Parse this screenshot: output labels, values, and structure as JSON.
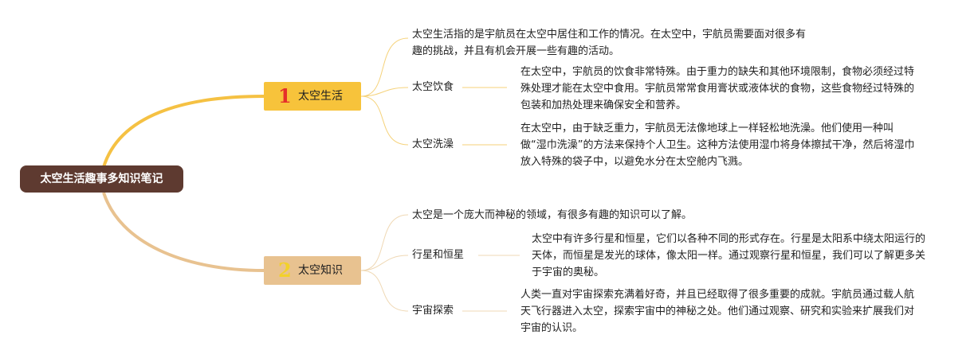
{
  "root": {
    "title": "太空生活趣事多知识笔记"
  },
  "branches": [
    {
      "num": "1",
      "label": "太空生活",
      "intro": "太空生活指的是宇航员在太空中居住和工作的情况。在太空中，宇航员需要面对很多有趣的挑战，并且有机会开展一些有趣的活动。",
      "topics": [
        {
          "label": "太空饮食",
          "text": "在太空中，宇航员的饮食非常特殊。由于重力的缺失和其他环境限制，食物必须经过特殊处理才能在太空中食用。宇航员常常食用膏状或液体状的食物，这些食物经过特殊的包装和加热处理来确保安全和营养。"
        },
        {
          "label": "太空洗澡",
          "text": "在太空中，由于缺乏重力，宇航员无法像地球上一样轻松地洗澡。他们使用一种叫做“湿巾洗澡”的方法来保持个人卫生。这种方法使用湿巾将身体擦拭干净，然后将湿巾放入特殊的袋子中，以避免水分在太空舱内飞溅。"
        }
      ]
    },
    {
      "num": "2",
      "label": "太空知识",
      "intro": "太空是一个庞大而神秘的领域，有很多有趣的知识可以了解。",
      "topics": [
        {
          "label": "行星和恒星",
          "text": "太空中有许多行星和恒星，它们以各种不同的形式存在。行星是太阳系中绕太阳运行的天体，而恒星是发光的球体，像太阳一样。通过观察行星和恒星，我们可以了解更多关于宇宙的奥秘。"
        },
        {
          "label": "宇宙探索",
          "text": "人类一直对宇宙探索充满着好奇，并且已经取得了很多重要的成就。宇航员通过载人航天飞行器进入太空，探索宇宙中的神秘之处。他们通过观察、研究和实验来扩展我们对宇宙的认识。"
        }
      ]
    }
  ],
  "colors": {
    "root": "#5e3a30",
    "branch1": "#f7c33b",
    "branch2": "#e8c290",
    "line1": "#f5c84a",
    "line2": "#e8c290"
  }
}
